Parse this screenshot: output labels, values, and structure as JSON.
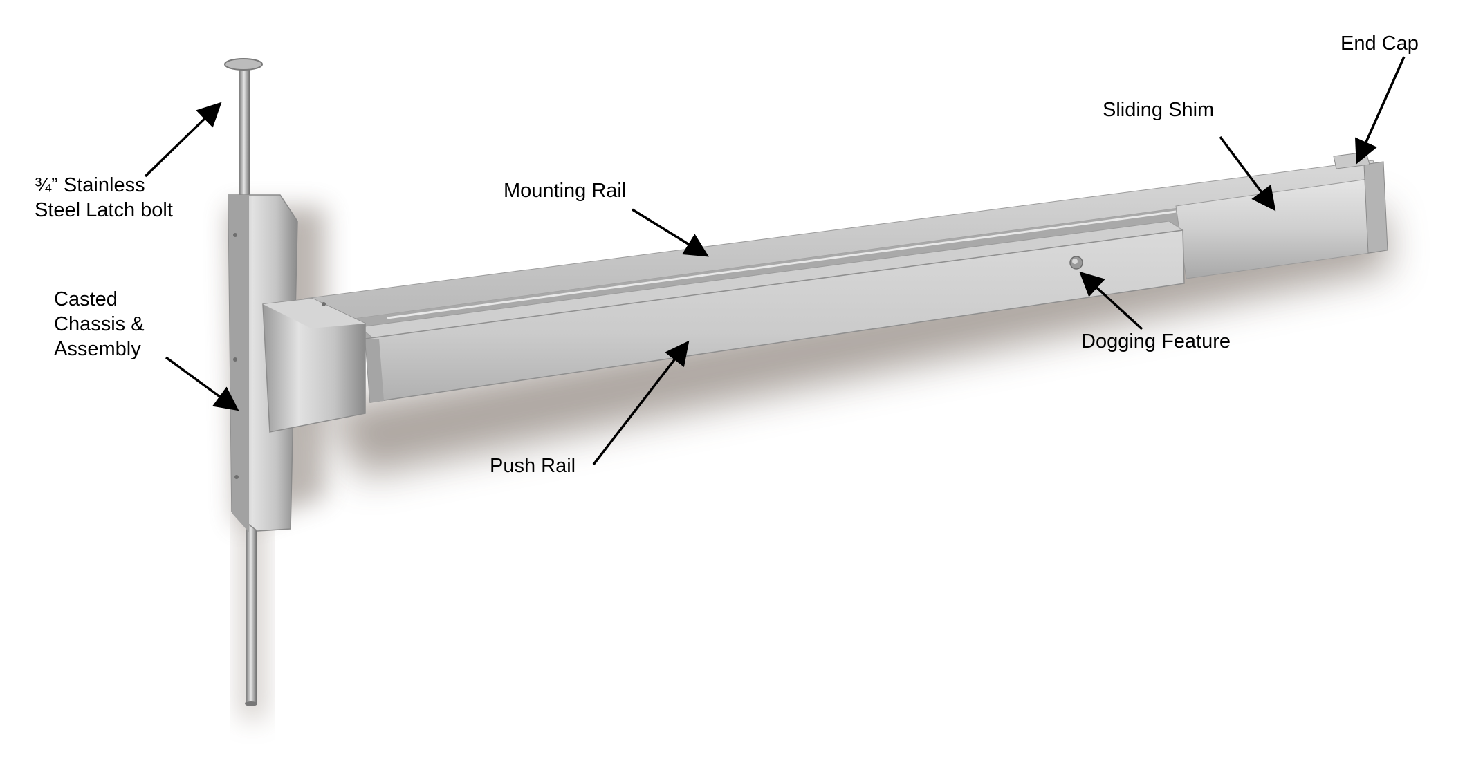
{
  "labels": {
    "latch_bolt": "¾” Stainless\nSteel Latch bolt",
    "chassis": "Casted\nChassis &\nAssembly",
    "mounting_rail": "Mounting Rail",
    "push_rail": "Push Rail",
    "dogging_feature": "Dogging Feature",
    "sliding_shim": "Sliding Shim",
    "end_cap": "End Cap"
  },
  "colors": {
    "metal_light": "#dcdcdc",
    "metal_mid": "#bdbdbd",
    "metal_dark": "#8e8e8e",
    "shadow": "#7a6a5a",
    "arrow": "#000000"
  }
}
